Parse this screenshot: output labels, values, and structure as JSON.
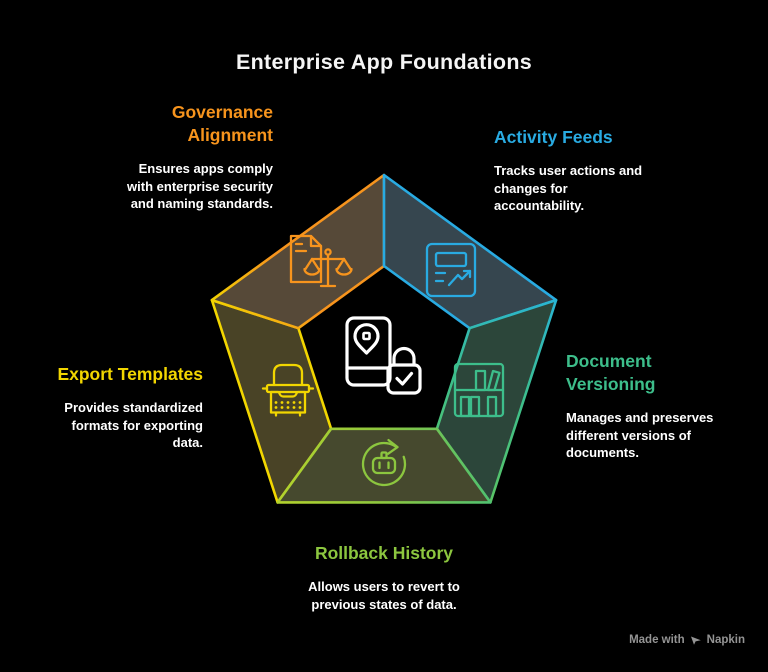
{
  "title": "Enterprise App Foundations",
  "colors": {
    "background": "#000000",
    "title_text": "#F5F5F5",
    "body_text": "#FFFFFF",
    "muted_text": "#949494",
    "center_icon": "#FFFFFF"
  },
  "gradients": {
    "governance": [
      "#F2D600",
      "#F7941D",
      "#F7941D"
    ],
    "document_versioning": [
      "#29B5D4",
      "#3DBE8B",
      "#5AC465"
    ],
    "rollback": [
      "#50C170",
      "#8CC63F",
      "#B3D22D"
    ]
  },
  "sections": [
    {
      "id": "governance-alignment",
      "label_lines": [
        "Governance",
        "Alignment"
      ],
      "desc_lines": [
        "Ensures apps comply",
        "with enterprise security",
        "and naming standards."
      ],
      "color": "#F7941D",
      "fill": "#564938",
      "icon": "scales-document-icon"
    },
    {
      "id": "activity-feeds",
      "label_lines": [
        "Activity Feeds"
      ],
      "desc_lines": [
        "Tracks user actions and",
        "changes for",
        "accountability."
      ],
      "color": "#29ABE2",
      "fill": "#36464F",
      "icon": "activity-report-icon"
    },
    {
      "id": "document-versioning",
      "label_lines": [
        "Document",
        "Versioning"
      ],
      "desc_lines": [
        "Manages and preserves",
        "different versions of",
        "documents."
      ],
      "color": "#3DBE8B",
      "fill": "#2C463A",
      "icon": "bookshelf-icon"
    },
    {
      "id": "rollback-history",
      "label_lines": [
        "Rollback History"
      ],
      "desc_lines": [
        "Allows users to revert to",
        "previous states of data."
      ],
      "color": "#8CC63F",
      "fill": "#46492E",
      "icon": "rollback-bot-icon"
    },
    {
      "id": "export-templates",
      "label_lines": [
        "Export Templates"
      ],
      "desc_lines": [
        "Provides standardized",
        "formats for exporting",
        "data."
      ],
      "color": "#F2D600",
      "fill": "#494326",
      "icon": "typewriter-icon"
    }
  ],
  "attribution": {
    "prefix": "Made with",
    "brand": "Napkin"
  }
}
